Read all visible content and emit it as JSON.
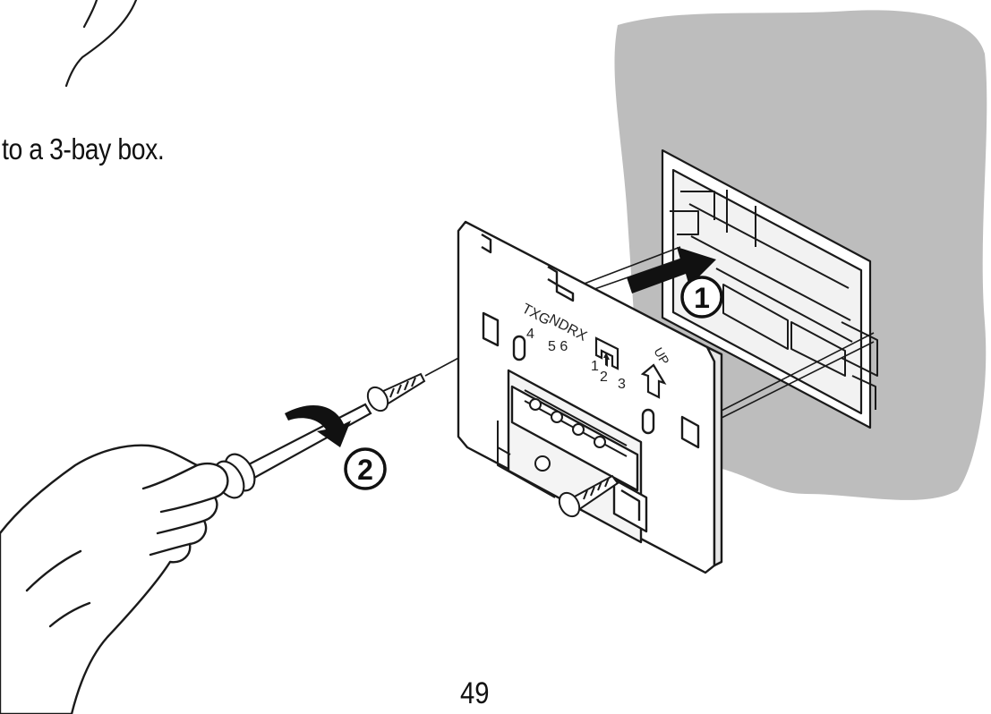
{
  "document": {
    "caption": "to a 3-bay box.",
    "page_number": "49"
  },
  "figure": {
    "steps": [
      "1",
      "2"
    ],
    "plate_labels": {
      "group1": [
        "TXG",
        "4"
      ],
      "group2": [
        "NDRX",
        "5 6"
      ],
      "group3": [
        "1",
        "2",
        "3"
      ],
      "up": "UP"
    }
  },
  "colors": {
    "wall": "#bdbdbd",
    "line": "#1a1a1a",
    "arrow": "#111111"
  }
}
